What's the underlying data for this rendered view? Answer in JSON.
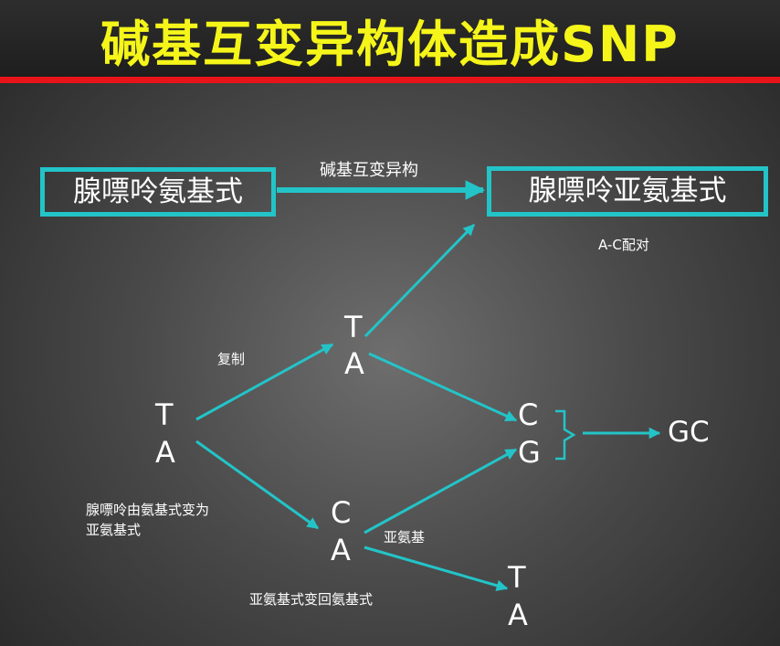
{
  "title": "碱基互变异构体造成SNP",
  "diagram": {
    "left_box": "腺嘌呤氨基式",
    "right_box": "腺嘌呤亚氨基式",
    "tautomer_label": "碱基互变异构",
    "ac_pair_label": "A-C配对",
    "replicate_label": "复制",
    "change_label_line1": "腺嘌呤由氨基式变为",
    "change_label_line2": "亚氨基式",
    "imino_label": "亚氨基",
    "revert_label": "亚氨基式变回氨基式",
    "pair_start": {
      "top": "T",
      "bottom": "A"
    },
    "pair_upper": {
      "top": "T",
      "bottom": "A"
    },
    "pair_lower": {
      "top": "C",
      "bottom": "A"
    },
    "pair_right": {
      "top": "C",
      "bottom": "G"
    },
    "pair_bottom": {
      "top": "T",
      "bottom": "A"
    },
    "result": "GC"
  },
  "colors": {
    "title": "#f5f51a",
    "accent_line": "#e8141a",
    "arrow": "#23c4c8",
    "text": "#ffffff"
  }
}
